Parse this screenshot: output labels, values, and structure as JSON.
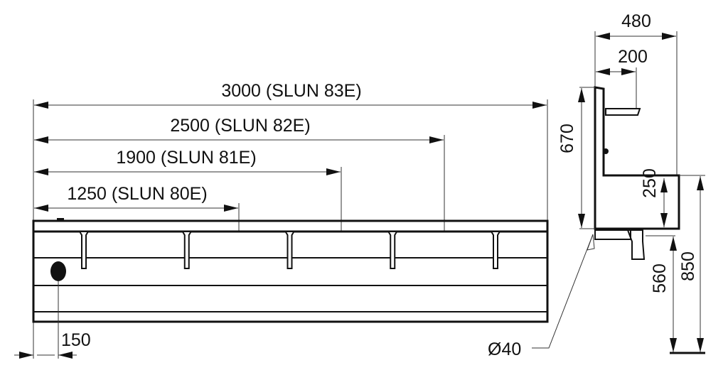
{
  "front_view": {
    "dimensions": [
      {
        "label": "3000 (SLUN 83E)"
      },
      {
        "label": "2500 (SLUN 82E)"
      },
      {
        "label": "1900 (SLUN 81E)"
      },
      {
        "label": "1250 (SLUN 80E)"
      }
    ],
    "drain_offset": "150",
    "tap_count": 5
  },
  "side_view": {
    "depth_total": "480",
    "shelf_depth": "200",
    "panel_height": "670",
    "basin_height": "250",
    "overall_height": "850",
    "outlet_height": "560",
    "pipe_diameter": "Ø40"
  },
  "colors": {
    "line": "#111111"
  }
}
